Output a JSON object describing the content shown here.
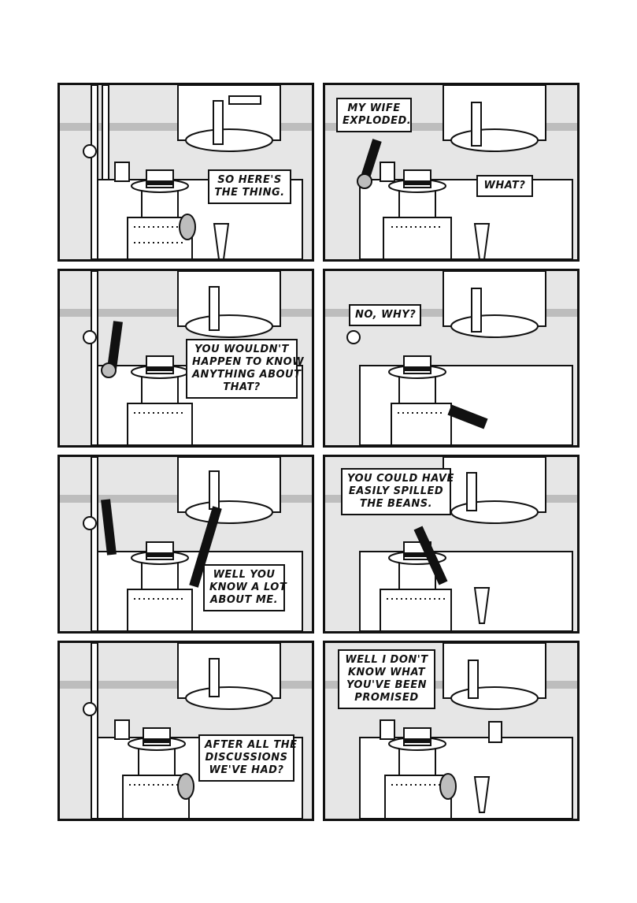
{
  "comic": {
    "panels": [
      {
        "id": 1,
        "speech": [
          "SO HERE'S",
          "THE THING."
        ]
      },
      {
        "id": 2,
        "speech": [
          "MY WIFE",
          "EXPLODED."
        ],
        "speech2": [
          "WHAT?"
        ]
      },
      {
        "id": 3,
        "speech": [
          "YOU WOULDN'T",
          "HAPPEN TO KNOW",
          "ANYTHING ABOUT",
          "THAT?"
        ]
      },
      {
        "id": 4,
        "speech": [
          "NO, WHY?"
        ]
      },
      {
        "id": 5,
        "speech": [
          "WELL YOU",
          "KNOW A LOT",
          "ABOUT ME."
        ]
      },
      {
        "id": 6,
        "speech": [
          "YOU COULD HAVE",
          "EASILY SPILLED",
          "THE BEANS."
        ]
      },
      {
        "id": 7,
        "speech": [
          "AFTER ALL THE",
          "DISCUSSIONS",
          "WE'VE HAD?"
        ]
      },
      {
        "id": 8,
        "speech": [
          "WELL I DON'T",
          "KNOW WHAT",
          "YOU'VE BEEN",
          "PROMISED"
        ]
      }
    ],
    "colors": {
      "ink": "#111111",
      "wall": "#e6e6e6",
      "shadow": "#bdbdbd",
      "paper": "#ffffff"
    }
  }
}
